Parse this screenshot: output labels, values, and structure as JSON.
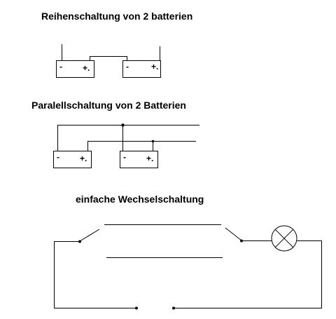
{
  "titles": {
    "series": "Reihenschaltung von 2 batterien",
    "parallel": "Paralellschaltung von 2 Batterien",
    "switching": "einfache Wechselschaltung"
  },
  "symbols": {
    "minus": "-",
    "plus": "+."
  },
  "colors": {
    "line": "#000000",
    "background": "#ffffff"
  }
}
